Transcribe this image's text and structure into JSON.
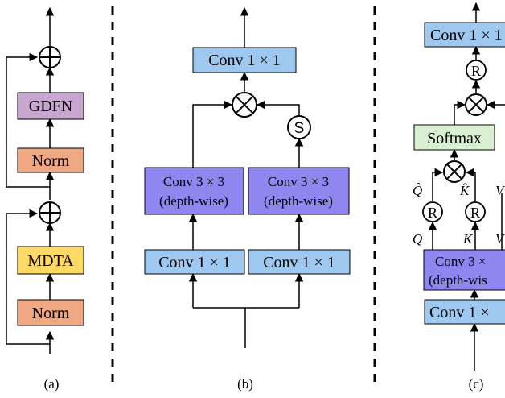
{
  "colors": {
    "gdfn": "#c9a6cf",
    "norm": "#f0a883",
    "mdta": "#ffd966",
    "conv1x1": "#9ec8ef",
    "conv3x3": "#8f86f0",
    "softmax": "#d9efd2",
    "stroke": "#000000"
  },
  "panel_a": {
    "gdfn": "GDFN",
    "norm_top": "Norm",
    "mdta": "MDTA",
    "norm_bottom": "Norm",
    "caption": "(a)"
  },
  "panel_b": {
    "conv_top": "Conv 1 × 1",
    "conv3_left_1": "Conv 3 × 3",
    "conv3_left_2": "(depth-wise)",
    "conv3_right_1": "Conv 3 × 3",
    "conv3_right_2": "(depth-wise)",
    "conv1_left": "Conv 1 × 1",
    "conv1_right": "Conv 1 × 1",
    "sigma": "S",
    "caption": "(b)"
  },
  "panel_c": {
    "conv_top": "Conv 1 × 1",
    "softmax": "Softmax",
    "r_symbol": "R",
    "q_hat": "Q̂",
    "k_hat": "K̂",
    "q": "Q",
    "k": "K",
    "v": "V",
    "conv3_1": "Conv 3 ×",
    "conv3_2": "(depth-wis",
    "conv1": "Conv 1 ×",
    "caption": "(c)"
  }
}
